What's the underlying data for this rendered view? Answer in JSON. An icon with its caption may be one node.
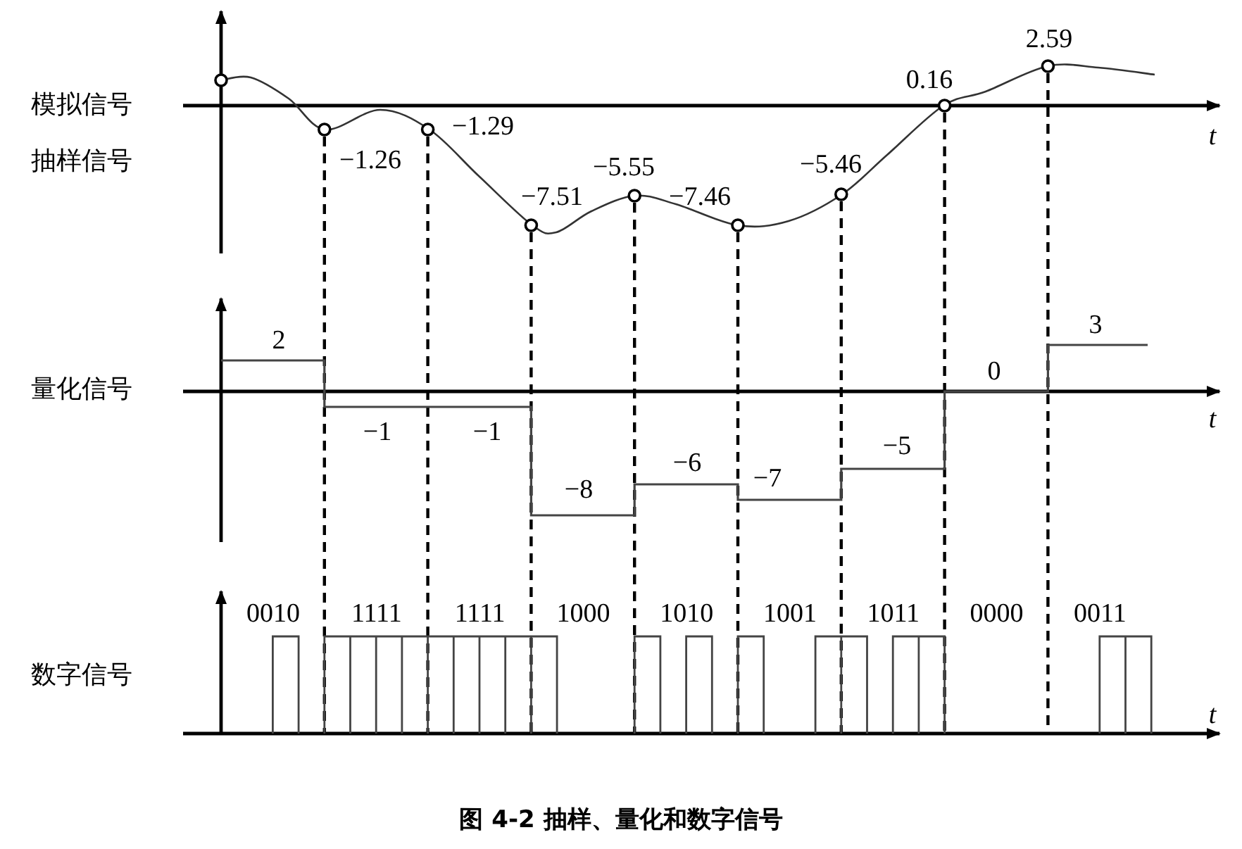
{
  "diagram": {
    "caption": "图 4-2 抽样、量化和数字信号",
    "labels": [
      "2.59",
      "0.16",
      "模拟信号",
      "−1.29",
      "t",
      "抽样信号",
      "−1.26",
      "−7.51",
      "−5.55",
      "−7.46",
      "−5.46",
      "2",
      "3",
      "量化信号",
      "0",
      "t",
      "−1",
      "−1",
      "−6",
      "−5",
      "−8",
      "−7",
      "0010",
      "1111",
      "1111",
      "1000",
      "1010",
      "1001",
      "1011",
      "0000",
      "0011",
      "数字信号",
      "t"
    ]
  }
}
